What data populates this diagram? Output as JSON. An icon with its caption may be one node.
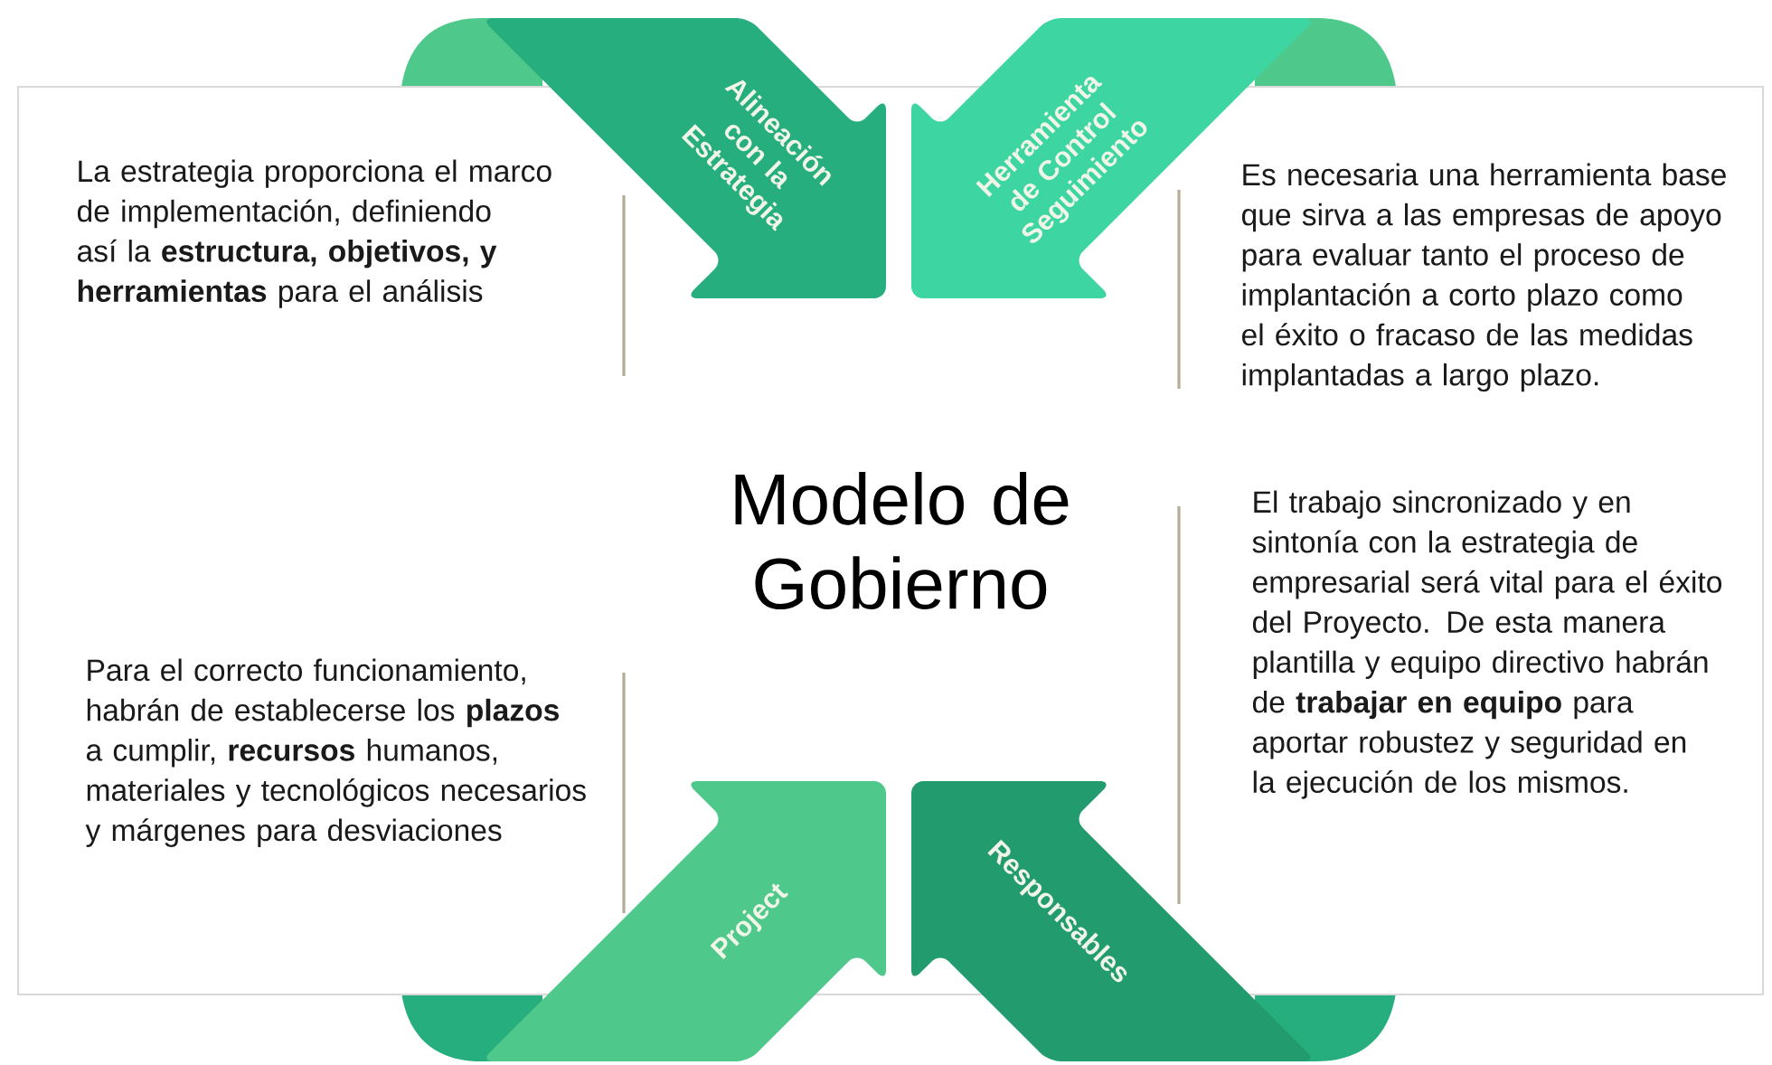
{
  "diagram": {
    "title": "Modelo de Gobierno",
    "nodes": [
      {
        "text": [
          "Alineación con la Estrategia"
        ]
      },
      {
        "text": [
          "Herramienta de Control Seguimiento"
        ]
      },
      {
        "text": [
          "Project"
        ]
      },
      {
        "text": [
          "Responsables"
        ]
      }
    ],
    "labels": [
      "La estrategia proporciona el marco de implementación, definiendo así la **estructura, objetivos, y herramientas** para el análisis",
      "Es necesaria una herramienta base que sirva a las empresas de apoyo para evaluar tanto el proceso de implantación a corto plazo como el éxito o fracaso de las medidas implantadas a largo plazo.",
      "El trabajo sincronizado y en sintonía con la estrategia de empresarial será vital para el éxito del Proyecto. De esta manera plantilla y equipo directivo habrán de **trabajar en equipo** para aportar robustez y seguridad en la ejecución de los mismos.",
      "Para el correcto funcionamiento, habrán de establecerse los **plazos** a cumplir, **recursos** humanos, materiales y tecnológicos necesarios y márgenes para desviaciones"
    ]
  }
}
